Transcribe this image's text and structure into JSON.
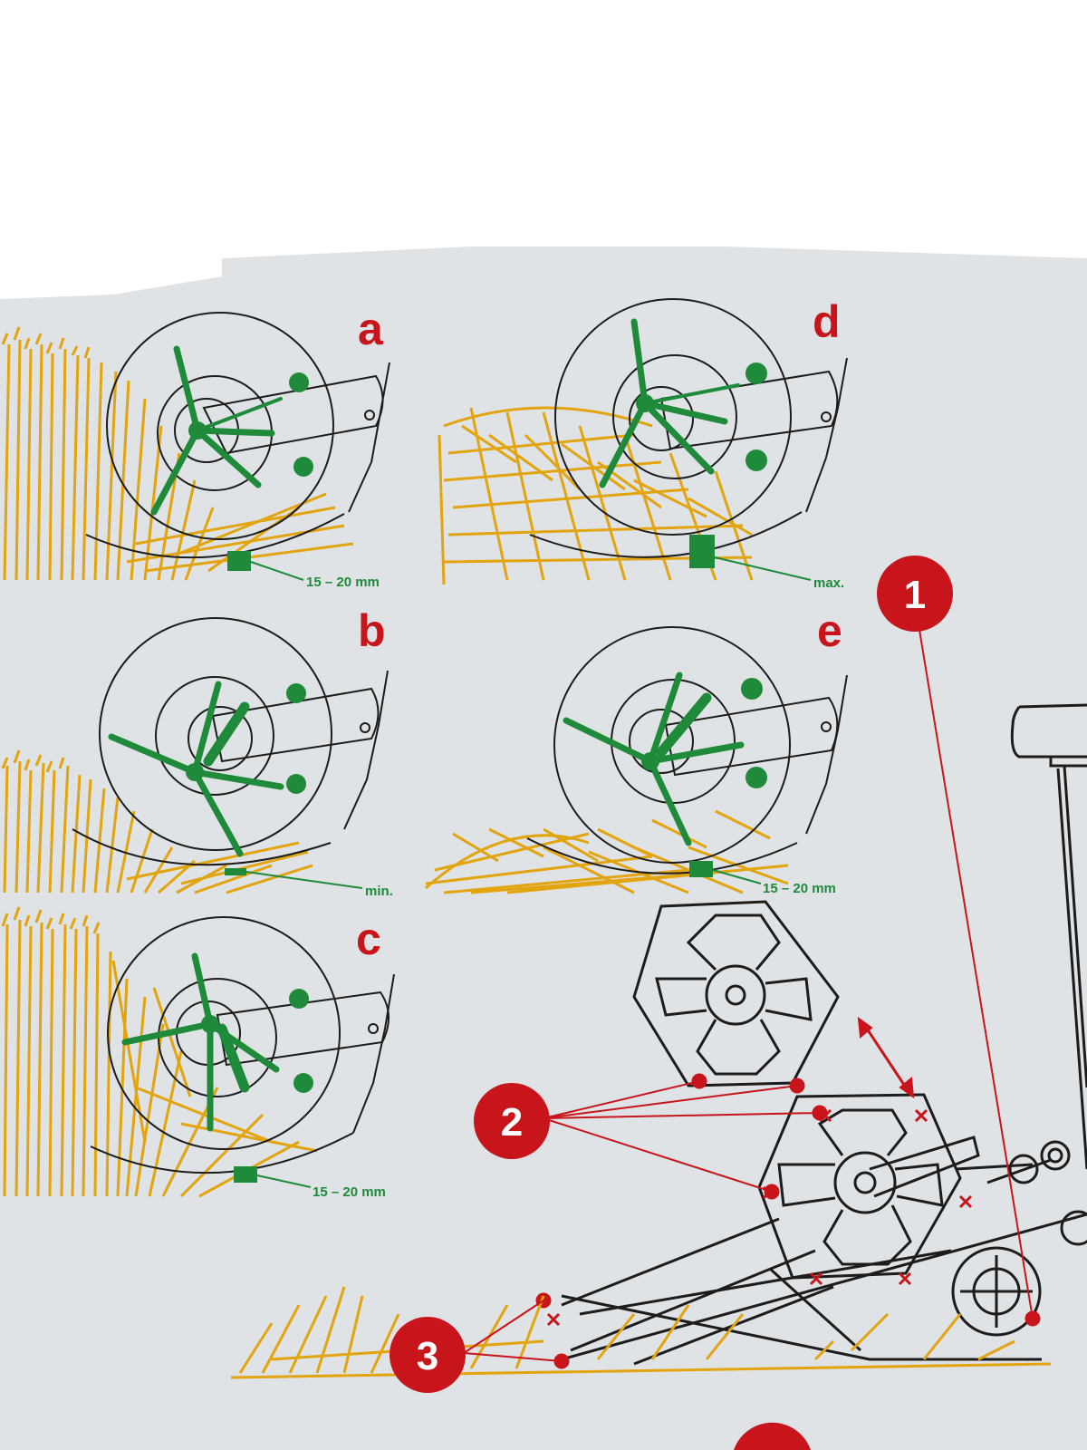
{
  "colors": {
    "background": "#ffffff",
    "sheet": "#dfe3e6",
    "reel_green": "#1f8a3a",
    "crop_yellow": "#e2a40f",
    "callout_red": "#c8151b",
    "line_dark": "#1c1c1c"
  },
  "panels": [
    {
      "letter": "a",
      "measurement": "15 – 20 mm"
    },
    {
      "letter": "b",
      "measurement": "min."
    },
    {
      "letter": "c",
      "measurement": "15 – 20 mm"
    },
    {
      "letter": "d",
      "measurement": "max."
    },
    {
      "letter": "e",
      "measurement": "15 – 20 mm"
    }
  ],
  "callouts": [
    {
      "number": "1"
    },
    {
      "number": "2"
    },
    {
      "number": "3"
    }
  ],
  "icons": {
    "reel": "reel-icon",
    "crop": "crop-icon",
    "header": "combine-header-icon"
  }
}
